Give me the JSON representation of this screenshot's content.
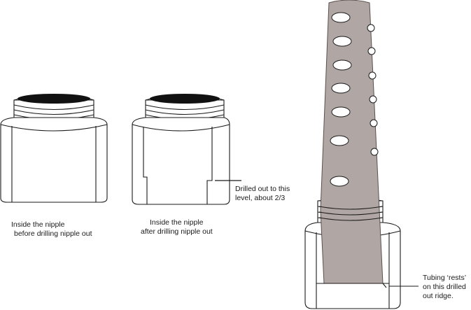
{
  "labels": {
    "before_line1": "Inside the nipple",
    "before_line2": "before drilling nipple out",
    "after_line1": "Inside the nipple",
    "after_line2": "after drilling nipple out",
    "drilled_line1": "Drilled out to this",
    "drilled_line2": "level, about 2/3",
    "tubing_line1": "Tubing ‘rests’",
    "tubing_line2": "on this drilled",
    "tubing_line3": "out ridge."
  }
}
